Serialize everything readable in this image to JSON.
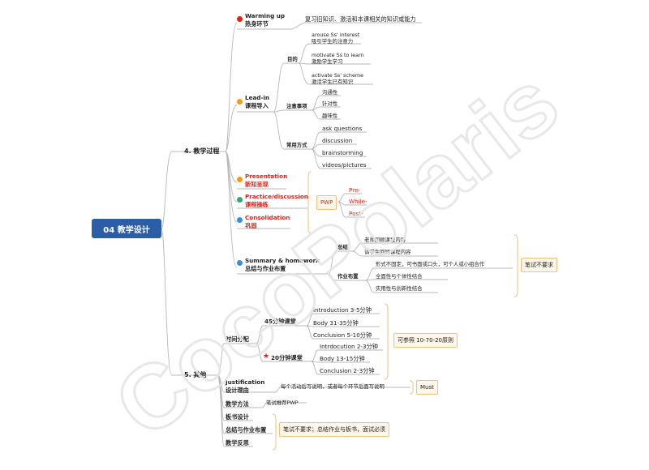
{
  "root": "04 教学设计",
  "s4": {
    "label": "4. 教学过程",
    "warm": {
      "en": "Warming up",
      "cn": "热身环节",
      "desc": "复习旧知识、激活和本课相关的知识或能力"
    },
    "lead": {
      "en": "Lead-in",
      "cn": "课程导入",
      "purpose": {
        "label": "目的",
        "items": [
          {
            "en": "arouse Ss' interest",
            "cn": "吸引学生的注意力"
          },
          {
            "en": "motivate Ss to learn",
            "cn": "激励学生学习"
          },
          {
            "en": "activate Ss' scheme",
            "cn": "激活学生已有知识"
          }
        ]
      },
      "notes": {
        "label": "注意事项",
        "items": [
          "沟通性",
          "针对性",
          "趣味性"
        ]
      },
      "methods": {
        "label": "常用方式",
        "items": [
          "ask questions",
          "discussion",
          "brainstorming",
          "videos/pictures"
        ]
      }
    },
    "presentation": {
      "en": "Presentation",
      "cn": "新知呈现"
    },
    "practice": {
      "en": "Practice/discussion",
      "cn": "课程操练"
    },
    "consolidation": {
      "en": "Consolidation",
      "cn": "巩固"
    },
    "pwp": {
      "label": "PWP",
      "items": [
        "Pre-",
        "While-",
        "Post-"
      ]
    },
    "summary": {
      "en": "Summary & homework",
      "cn": "总结与作业布置",
      "sum": {
        "label": "总结",
        "items": [
          "老师回顾课程内容",
          "请学生回顾课程内容"
        ]
      },
      "hw": {
        "label": "作业布置",
        "items": [
          "形式不固定，可书面或口头，可个人或小组合作",
          "全面性与个体性结合",
          "实用性与创新性结合"
        ]
      },
      "note": "笔试不要求"
    }
  },
  "s5": {
    "label": "5. 其他",
    "time": {
      "label": "时间分配",
      "m45": {
        "label": "45分钟课堂",
        "items": [
          "Introduction 3-5分钟",
          "Body 31-35分钟",
          "Conclusion 5-10分钟"
        ]
      },
      "m20": {
        "label": "20分钟课堂",
        "items": [
          "Intrdocution 2-3分钟",
          "Body 13-15分钟",
          "Conclusion 2-3分钟"
        ]
      },
      "note": "可参照 10-70-20原则"
    },
    "just": {
      "en": "Justification",
      "cn": "设计理由",
      "desc": "每个活动后写说明，或者每个环节后面写说明",
      "note": "Must"
    },
    "method": {
      "label": "教学方法",
      "desc": "笔试推荐PWP"
    },
    "board": "板书设计",
    "summary": "总结与作业布置",
    "reflect": "教学反思",
    "grouped_note": "笔试不要求；总结作业与板书，面试必须"
  },
  "watermark": "CocoPolaris",
  "colors": {
    "root": "#2c5ea8",
    "red": "#e0231a",
    "orange_dot": "#f29a1e",
    "green_dot": "#3aa676",
    "blue_dot": "#3c8fd6",
    "note_border": "#f2c27a",
    "note_bg": "#fef6e8"
  }
}
